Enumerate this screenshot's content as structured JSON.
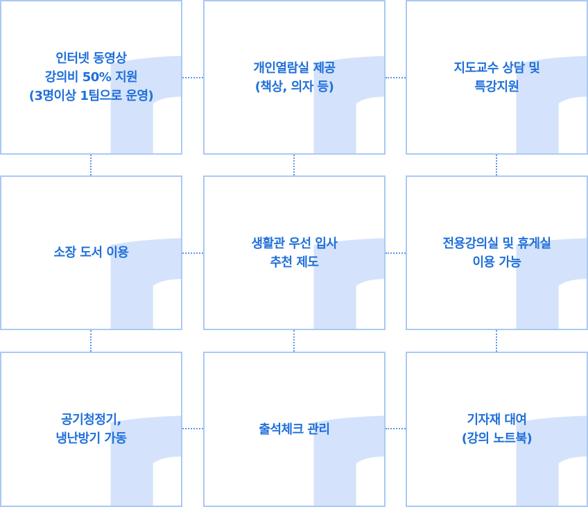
{
  "colors": {
    "border": "#a9c9f5",
    "text": "#1f6fdb",
    "connector": "#5b95e6",
    "watermark": "#d4e3fb"
  },
  "icons": {
    "watermark": "t-shape-watermark-icon"
  },
  "cards": [
    {
      "label": "인터넷 동영상\n강의비 50% 지원\n(3명이상 1팀으로 운영)"
    },
    {
      "label": "개인열람실 제공\n(책상, 의자 등)"
    },
    {
      "label": "지도교수 상담 및\n특강지원"
    },
    {
      "label": "소장 도서 이용"
    },
    {
      "label": "생활관 우선 입사\n추천 제도"
    },
    {
      "label": "전용강의실 및 휴게실\n이용 가능"
    },
    {
      "label": "공기청정기,\n냉난방기 가동"
    },
    {
      "label": "출석체크 관리"
    },
    {
      "label": "기자재 대여\n(강의 노트북)"
    }
  ]
}
